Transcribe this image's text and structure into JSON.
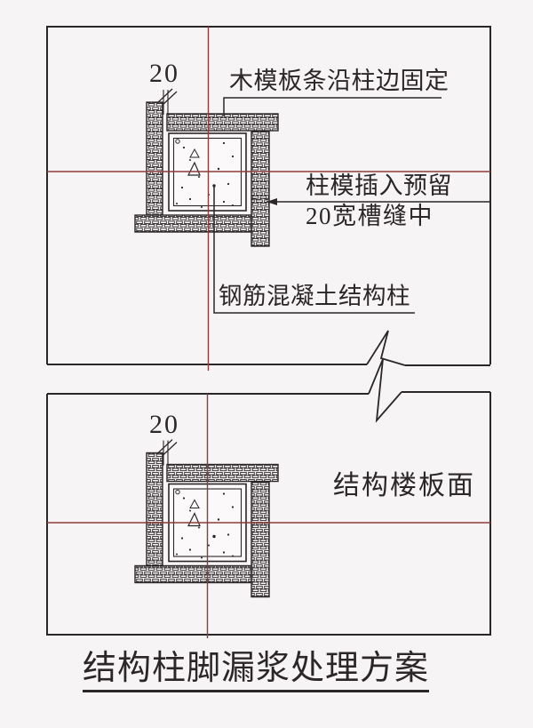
{
  "title": {
    "text": "结构柱脚漏浆处理方案"
  },
  "panels": {
    "top": {
      "dimension": "20",
      "label_formwork_strip": "木模板条沿柱边固定",
      "label_insert_line1": "柱模插入预留",
      "label_insert_line2": "20宽槽缝中",
      "label_rc_column": "钢筋混凝土结构柱"
    },
    "bottom": {
      "dimension": "20",
      "label_slab_surface": "结构楼板面"
    }
  },
  "colors": {
    "axis_red": "#8e3b3b",
    "line": "#2b2628",
    "background": "#f7f4f5"
  }
}
